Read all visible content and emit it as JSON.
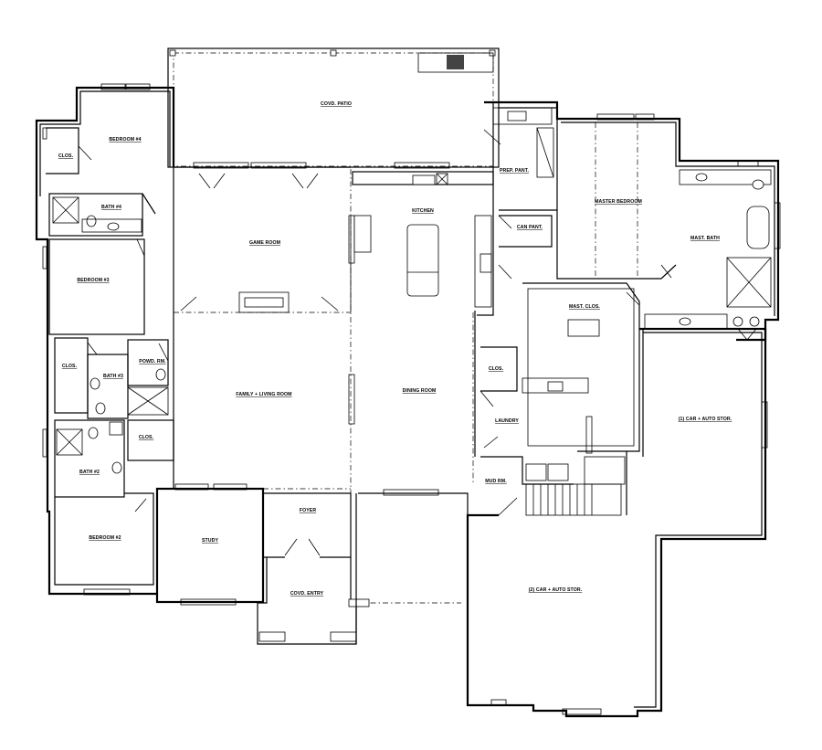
{
  "rooms": {
    "covd_patio": "COVD. PATIO",
    "bedroom_4": "BEDROOM #4",
    "clos_bed4": "CLOS.",
    "bath_4": "BATH #4",
    "game_room": "GAME ROOM",
    "kitchen": "KITCHEN",
    "prep_pant": "PREP. PANT.",
    "can_pant": "CAN PANT.",
    "master_bedroom": "MASTER BEDROOM",
    "mast_bath": "MAST. BATH",
    "mast_clos": "MAST. CLOS.",
    "bedroom_3": "BEDROOM #3",
    "clos_bed3": "CLOS.",
    "bath_3": "BATH #3",
    "powd_rm": "POWD. RM.",
    "family_living": "FAMILY + LIVING ROOM",
    "dining_room": "DINING ROOM",
    "clos_laundry": "CLOS.",
    "laundry": "LAUNDRY",
    "car1": "(1) CAR + AUTO STOR.",
    "clos_bath2": "CLOS.",
    "bath_2": "BATH #2",
    "mud_rm": "MUD RM.",
    "bedroom_2": "BEDROOM #2",
    "study": "STUDY",
    "foyer": "FOYER",
    "covd_entry": "COVD. ENTRY",
    "car2": "(2) CAR + AUTO STOR."
  }
}
